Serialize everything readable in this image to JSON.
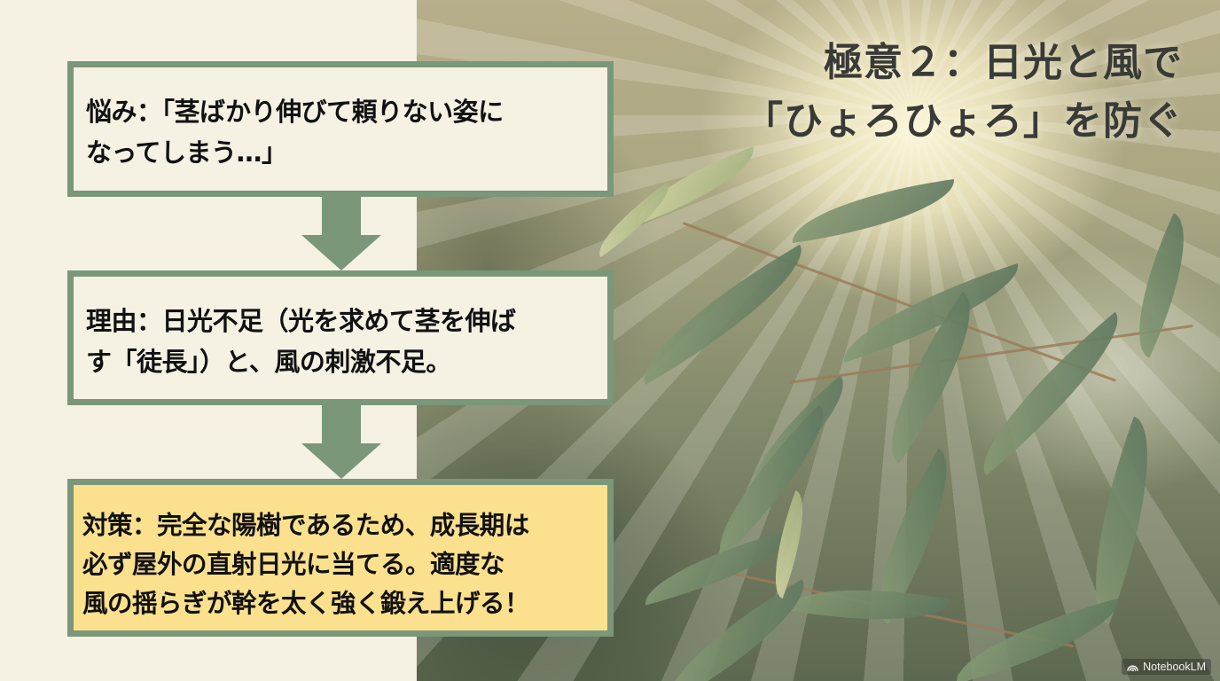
{
  "slide": {
    "title_line1": "極意２：日光と風で",
    "title_line2": "「ひょろひょろ」を防ぐ",
    "flow": [
      {
        "label": "悩み",
        "line1": "悩み：「茎ばかり伸びて頼りない姿に",
        "line2": "なってしまう…」"
      },
      {
        "label": "理由",
        "line1": "理由：日光不足（光を求めて茎を伸ば",
        "line2": "す「徒長」）と、風の刺激不足。"
      },
      {
        "label": "対策",
        "line1": "対策：完全な陽樹であるため、成長期は",
        "line2": "必ず屋外の直射日光に当てる。適度な",
        "line3": "風の揺らぎが幹を太く強く鍛え上げる！"
      }
    ],
    "arrows": [
      "arrow-down-icon",
      "arrow-down-icon"
    ],
    "colors": {
      "panel_bg": "#f5f1e3",
      "box_border": "#7a977a",
      "highlight_fill": "#fbe08d",
      "title_text": "#3a3a36"
    }
  },
  "watermark": {
    "icon": "notebooklm-logo-icon",
    "label": "NotebookLM"
  }
}
